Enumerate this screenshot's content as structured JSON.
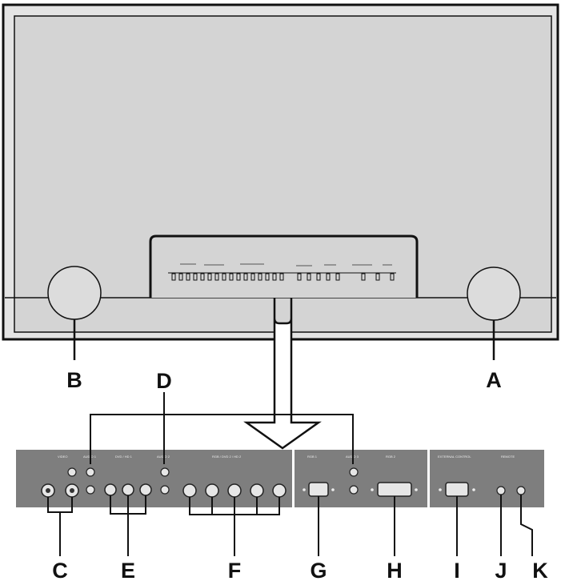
{
  "colors": {
    "outline": "#111111",
    "tv_face": "#d3d3d3",
    "tv_bezel": "#e8e8e8",
    "panel_bg": "#7d7d7d",
    "panel_text": "#eeeeee"
  },
  "callouts": {
    "A": "A",
    "B": "B",
    "C": "C",
    "D": "D",
    "E": "E",
    "F": "F",
    "G": "G",
    "H": "H",
    "I": "I",
    "J": "J",
    "K": "K"
  },
  "panel_labels": {
    "video": "VIDEO",
    "audio1": "AUDIO 1",
    "dvd_hd1": "DVD / HD 1",
    "audio2": "AUDIO 2",
    "rgb_dvd_hd2": "RGB / DVD 2 / HD 2",
    "rgb1": "RGB 1",
    "audio3": "AUDIO 3",
    "rgb2": "RGB 2",
    "external_control": "EXTERNAL CONTROL",
    "remote": "REMOTE"
  },
  "icons": [
    "speaker-circle-icon",
    "jack-icon",
    "bnc-connector-icon",
    "d-sub-port-icon",
    "dvi-port-icon",
    "down-arrow-icon"
  ]
}
